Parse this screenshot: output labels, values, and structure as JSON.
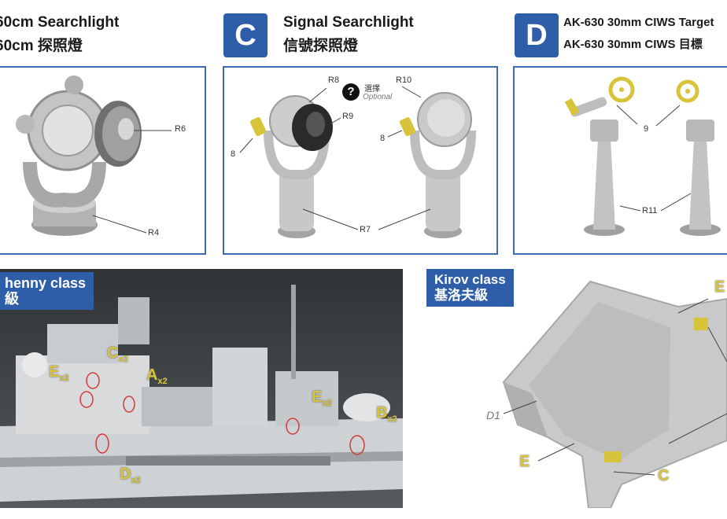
{
  "sections": {
    "b": {
      "title_en": "60cm Searchlight",
      "title_zh": "60cm 探照燈",
      "labels": [
        "R6",
        "R4"
      ]
    },
    "c": {
      "badge": "C",
      "title_en": "Signal Searchlight",
      "title_zh": "信號探照燈",
      "labels": [
        "R8",
        "R9",
        "R10",
        "R7",
        "8",
        "8"
      ],
      "optional_zh": "選擇",
      "optional_en": "Optional",
      "question_icon": "?"
    },
    "d": {
      "badge": "D",
      "title_en": "AK-630 30mm CIWS Target",
      "title_zh": "AK-630 30mm CIWS 目標",
      "labels": [
        "9",
        "R11"
      ]
    }
  },
  "photo": {
    "tag_line1": "henny class",
    "tag_line2": "級",
    "callouts": [
      {
        "letter": "C",
        "count": "x2"
      },
      {
        "letter": "E",
        "count": "x2"
      },
      {
        "letter": "A",
        "count": "x2"
      },
      {
        "letter": "E",
        "count": "x2"
      },
      {
        "letter": "B",
        "count": "x2"
      },
      {
        "letter": "D",
        "count": "x2"
      }
    ]
  },
  "kirov": {
    "tag_line1": "Kirov class",
    "tag_line2": "基洛夫級",
    "part": "D1",
    "callouts": [
      "E",
      "E",
      "C"
    ]
  },
  "colors": {
    "accent_blue": "#2e5ea8",
    "panel_border": "#3d6cb5",
    "part_yellow": "#d8c43a"
  }
}
